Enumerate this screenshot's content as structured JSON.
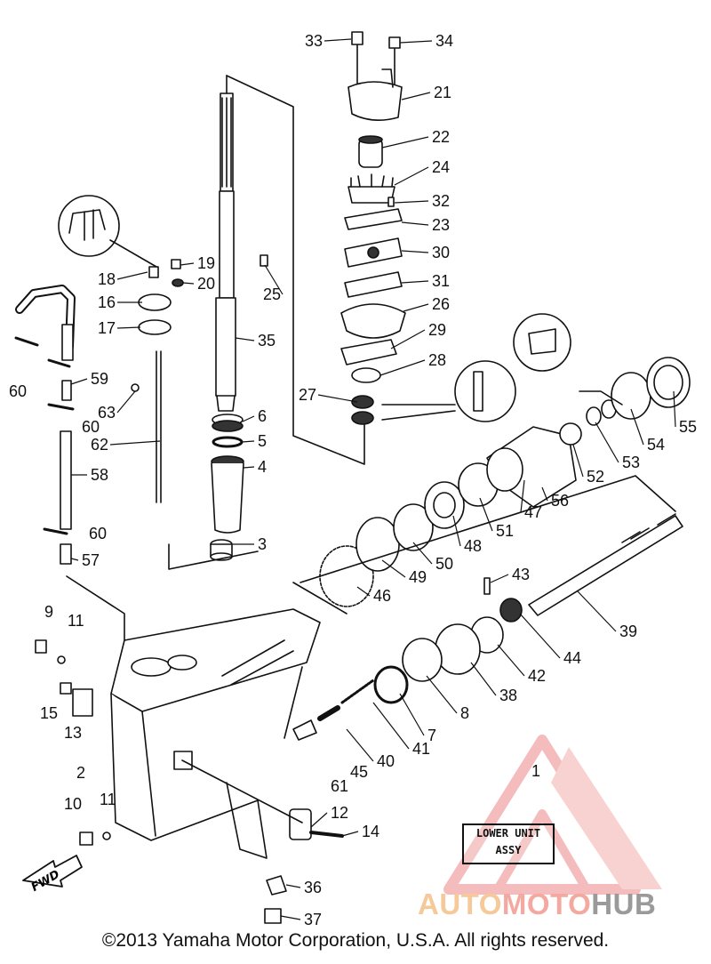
{
  "callouts": [
    {
      "id": "c1",
      "label": "1"
    },
    {
      "id": "c2",
      "label": "2"
    },
    {
      "id": "c3",
      "label": "3"
    },
    {
      "id": "c4",
      "label": "4"
    },
    {
      "id": "c5",
      "label": "5"
    },
    {
      "id": "c6",
      "label": "6"
    },
    {
      "id": "c7",
      "label": "7"
    },
    {
      "id": "c8",
      "label": "8"
    },
    {
      "id": "c9",
      "label": "9"
    },
    {
      "id": "c10",
      "label": "10"
    },
    {
      "id": "c11a",
      "label": "11"
    },
    {
      "id": "c11b",
      "label": "11"
    },
    {
      "id": "c12",
      "label": "12"
    },
    {
      "id": "c13",
      "label": "13"
    },
    {
      "id": "c14",
      "label": "14"
    },
    {
      "id": "c15",
      "label": "15"
    },
    {
      "id": "c16",
      "label": "16"
    },
    {
      "id": "c17",
      "label": "17"
    },
    {
      "id": "c18",
      "label": "18"
    },
    {
      "id": "c19",
      "label": "19"
    },
    {
      "id": "c20",
      "label": "20"
    },
    {
      "id": "c21",
      "label": "21"
    },
    {
      "id": "c22",
      "label": "22"
    },
    {
      "id": "c23",
      "label": "23"
    },
    {
      "id": "c24",
      "label": "24"
    },
    {
      "id": "c25",
      "label": "25"
    },
    {
      "id": "c26",
      "label": "26"
    },
    {
      "id": "c27",
      "label": "27"
    },
    {
      "id": "c28",
      "label": "28"
    },
    {
      "id": "c29",
      "label": "29"
    },
    {
      "id": "c30",
      "label": "30"
    },
    {
      "id": "c31",
      "label": "31"
    },
    {
      "id": "c32",
      "label": "32"
    },
    {
      "id": "c33",
      "label": "33"
    },
    {
      "id": "c34",
      "label": "34"
    },
    {
      "id": "c35",
      "label": "35"
    },
    {
      "id": "c36",
      "label": "36"
    },
    {
      "id": "c37",
      "label": "37"
    },
    {
      "id": "c38",
      "label": "38"
    },
    {
      "id": "c39",
      "label": "39"
    },
    {
      "id": "c40",
      "label": "40"
    },
    {
      "id": "c41",
      "label": "41"
    },
    {
      "id": "c42",
      "label": "42"
    },
    {
      "id": "c43",
      "label": "43"
    },
    {
      "id": "c44",
      "label": "44"
    },
    {
      "id": "c45",
      "label": "45"
    },
    {
      "id": "c46",
      "label": "46"
    },
    {
      "id": "c47",
      "label": "47"
    },
    {
      "id": "c48",
      "label": "48"
    },
    {
      "id": "c49",
      "label": "49"
    },
    {
      "id": "c50",
      "label": "50"
    },
    {
      "id": "c51",
      "label": "51"
    },
    {
      "id": "c52",
      "label": "52"
    },
    {
      "id": "c53",
      "label": "53"
    },
    {
      "id": "c54",
      "label": "54"
    },
    {
      "id": "c55",
      "label": "55"
    },
    {
      "id": "c56",
      "label": "56"
    },
    {
      "id": "c57",
      "label": "57"
    },
    {
      "id": "c58",
      "label": "58"
    },
    {
      "id": "c59",
      "label": "59"
    },
    {
      "id": "c60a",
      "label": "60"
    },
    {
      "id": "c60b",
      "label": "60"
    },
    {
      "id": "c60c",
      "label": "60"
    },
    {
      "id": "c61",
      "label": "61"
    },
    {
      "id": "c62",
      "label": "62"
    },
    {
      "id": "c63",
      "label": "63"
    }
  ],
  "assy_label": {
    "line1": "LOWER UNIT",
    "line2": "ASSY"
  },
  "fwd_label": "FWD",
  "watermark": {
    "auto": "AUTO",
    "moto": "MOTO",
    "hub": "HUB"
  },
  "copyright": "©2013 Yamaha Motor Corporation, U.S.A. All rights reserved.",
  "colors": {
    "line": "#111111",
    "watermark_red": "#e9585a",
    "watermark_orange": "#f0b27a",
    "watermark_gray": "#9a9a9a"
  }
}
